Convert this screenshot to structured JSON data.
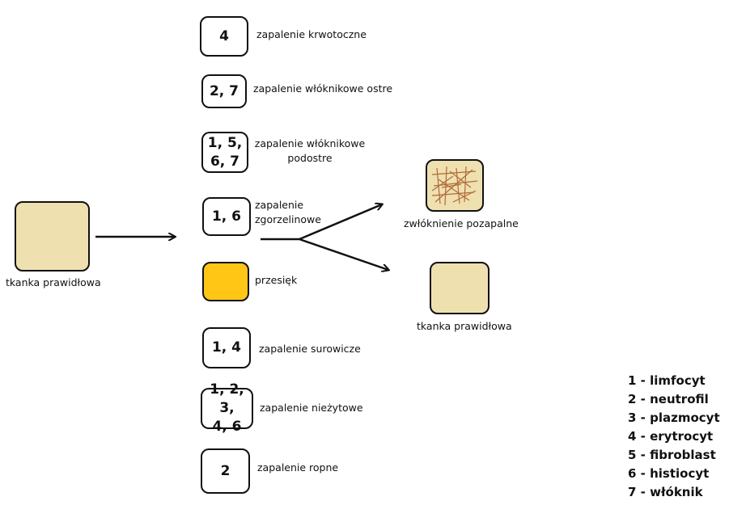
{
  "source_tissue": {
    "label": "tkanka prawidłowa"
  },
  "types": [
    {
      "cells": "4",
      "name": "zapalenie krwotoczne"
    },
    {
      "cells": "2, 7",
      "name": "zapalenie włóknikowe ostre"
    },
    {
      "cells": "1, 5,\n6, 7",
      "name": "zapalenie włóknikowe\npodostre"
    },
    {
      "cells": "1, 6",
      "name": "zapalenie\nzgorzelinowe"
    },
    {
      "cells": "",
      "name": "przesięk"
    },
    {
      "cells": "1, 4",
      "name": "zapalenie surowicze"
    },
    {
      "cells": "1, 2, 3,\n4, 6",
      "name": "zapalenie nieżytowe"
    },
    {
      "cells": "2",
      "name": "zapalenie ropne"
    }
  ],
  "outcomes": [
    {
      "label": "zwłóknienie pozapalne"
    },
    {
      "label": "tkanka prawidłowa"
    }
  ],
  "legend": [
    "1 - limfocyt",
    "2 - neutrofil",
    "3 - plazmocyt",
    "4 - erytrocyt",
    "5 - fibroblast",
    "6 - histiocyt",
    "7 - włóknik"
  ],
  "colors": {
    "tissue": "#efe0b0",
    "exudate": "#ffc616",
    "fibers": "#b06a3a"
  }
}
